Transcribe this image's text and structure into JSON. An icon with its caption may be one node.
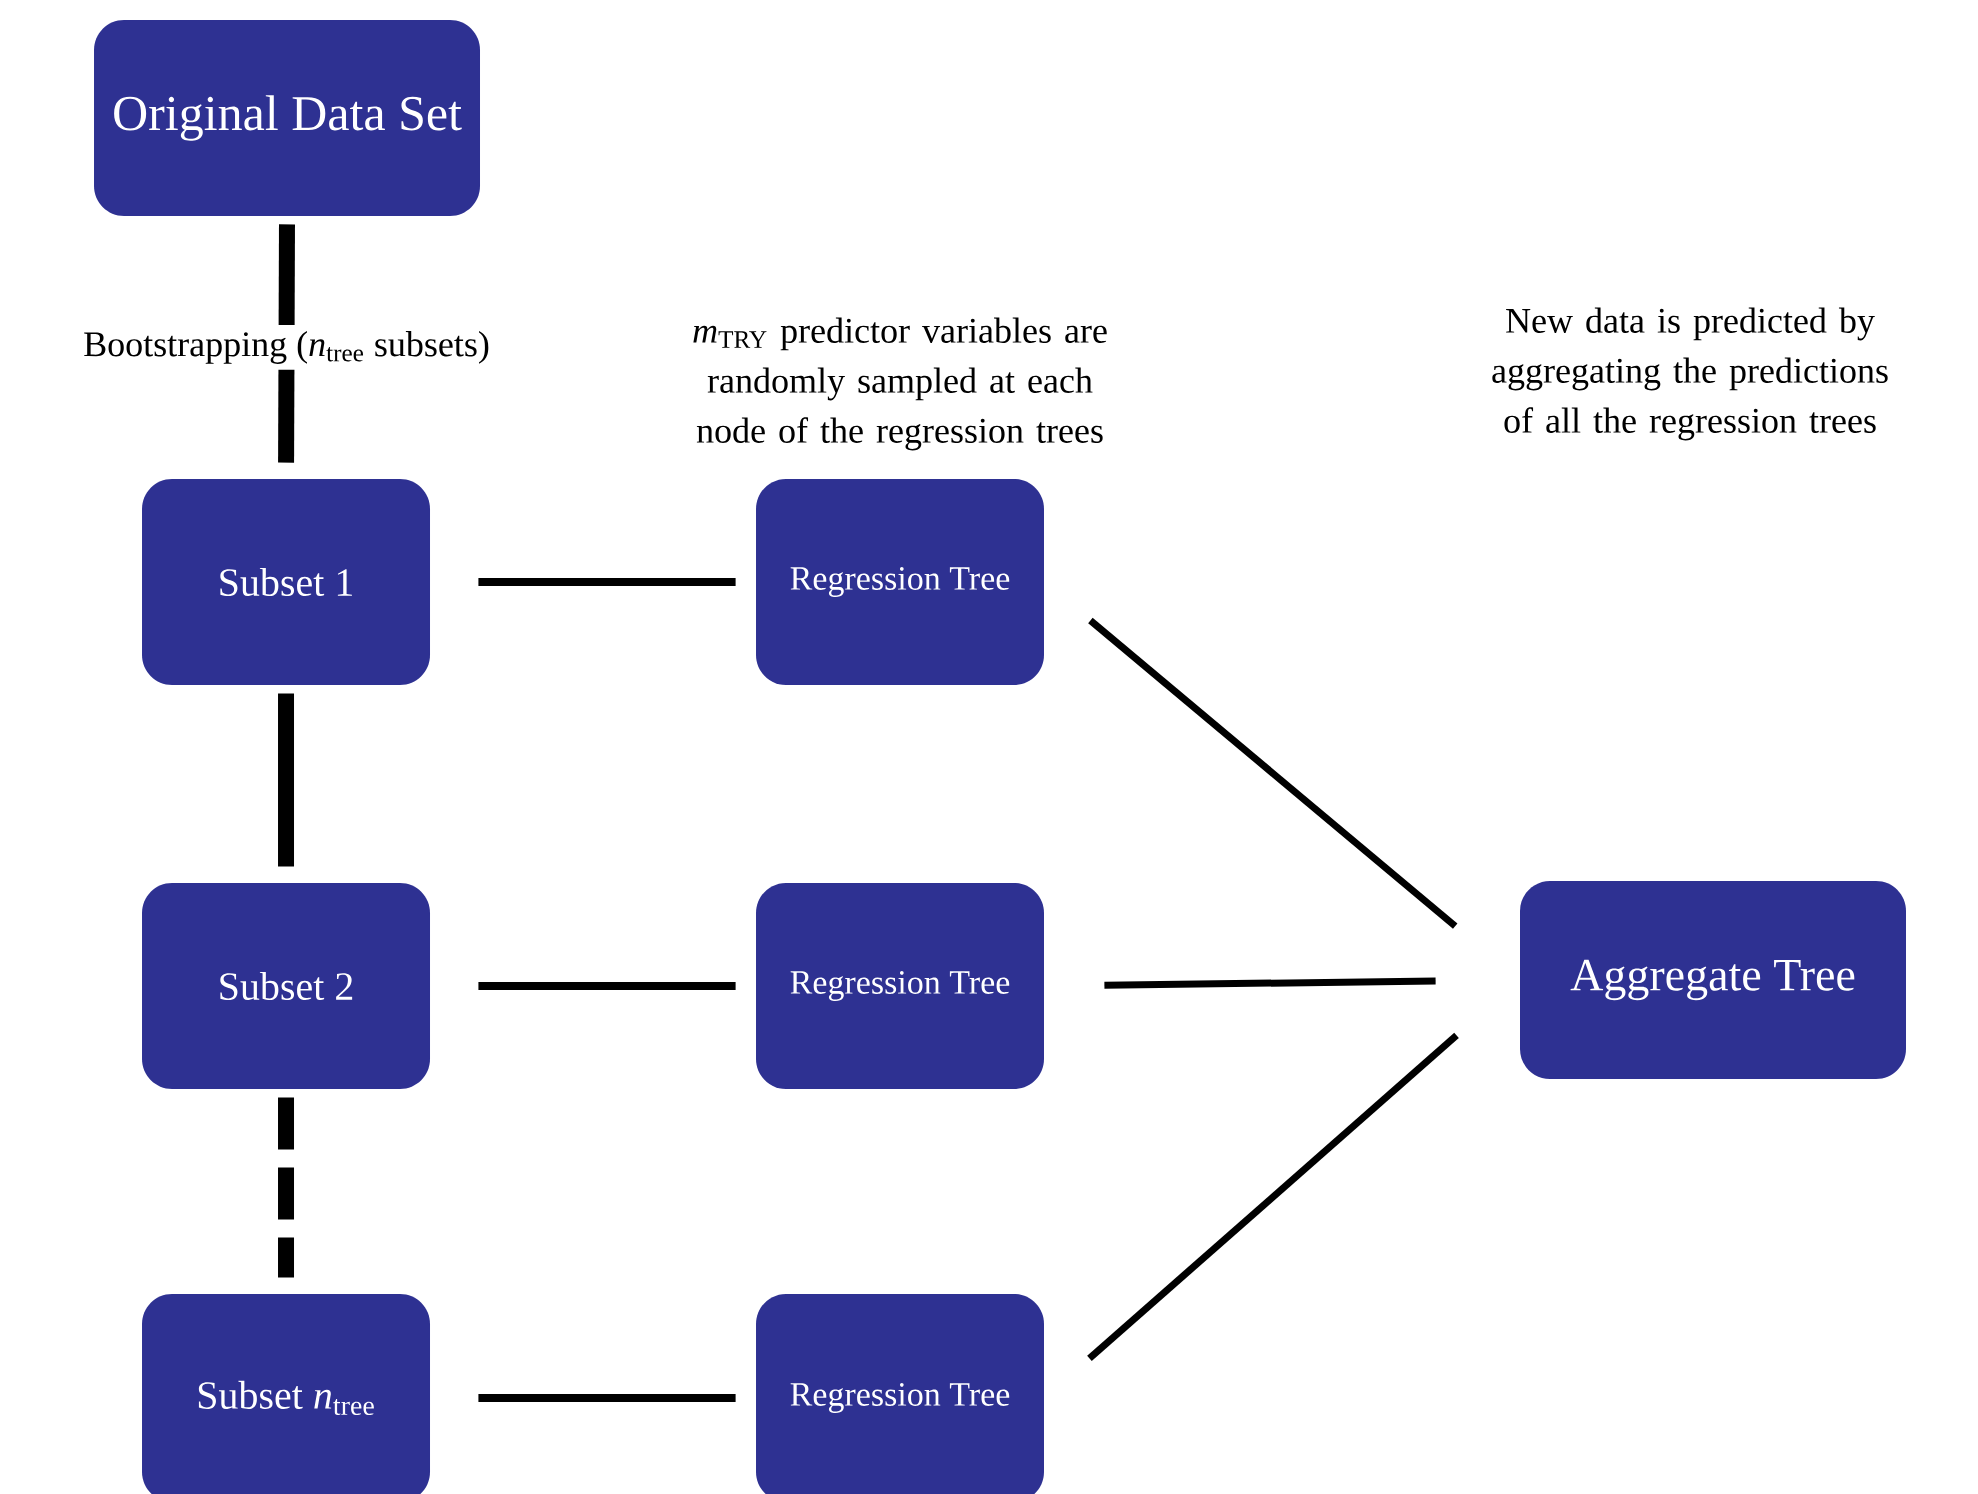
{
  "diagram": {
    "nodes": [
      {
        "text": [
          "Original Data Set"
        ]
      },
      {
        "text": [
          "Subset 1"
        ]
      },
      {
        "text": [
          "Subset 2"
        ]
      },
      {
        "text": [
          "Subset *n*$_{tree}$"
        ]
      },
      {
        "text": [
          "Regression Tree"
        ]
      },
      {
        "text": [
          "Regression Tree"
        ]
      },
      {
        "text": [
          "Regression Tree"
        ]
      },
      {
        "text": [
          "Aggregate Tree"
        ]
      }
    ],
    "edges": [
      {
        "from": 0,
        "to": 1,
        "arrow": "none",
        "style": "thick",
        "label": "Bootstrapping (*n*$_{tree}$ subsets)"
      },
      {
        "from": 1,
        "to": 2,
        "arrow": "none",
        "style": "thick"
      },
      {
        "from": 2,
        "to": 3,
        "arrow": "none",
        "style": "dashed"
      },
      {
        "from": 1,
        "to": 4,
        "arrow": "none"
      },
      {
        "from": 2,
        "to": 5,
        "arrow": "none"
      },
      {
        "from": 3,
        "to": 6,
        "arrow": "none"
      },
      {
        "from": 4,
        "to": 7,
        "arrow": "none"
      },
      {
        "from": 5,
        "to": 7,
        "arrow": "none"
      },
      {
        "from": 6,
        "to": 7,
        "arrow": "none"
      }
    ],
    "labels": [
      "*m*$_{TRY}$ predictor variables are randomly sampled at each node of the regression trees",
      "New data is predicted by aggregating the predictions of all the regression trees"
    ]
  }
}
